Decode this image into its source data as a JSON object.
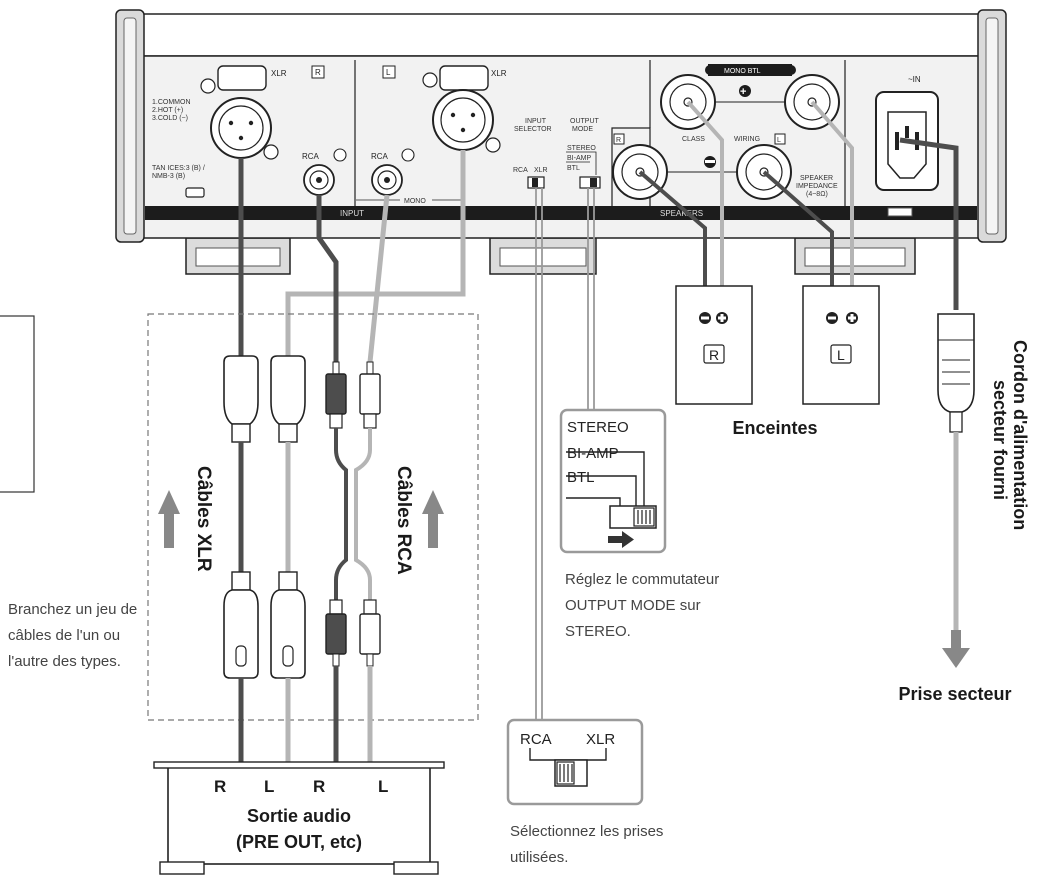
{
  "panel": {
    "xlr_left": "XLR",
    "xlr_right": "XLR",
    "pin_legend": [
      "1.COMMON",
      "2.HOT (+)",
      "3.COLD (−)"
    ],
    "small_text": [
      "TAN ICES:3 (B) /",
      "NMB-3 (B)"
    ],
    "r_tag": "R",
    "l_tag": "L",
    "rca_left": "RCA",
    "rca_right": "RCA",
    "input_band": "INPUT",
    "mono_label": "MONO",
    "input_selector": [
      "INPUT",
      "SELECTOR"
    ],
    "output_mode": [
      "OUTPUT",
      "MODE"
    ],
    "switch_rca": "RCA",
    "switch_xlr": "XLR",
    "switch_stereo": "STEREO",
    "switch_biamp": "BI-AMP",
    "switch_btl": "BTL",
    "mono_btl": "MONO BTL",
    "class_label": "CLASS",
    "wiring_label": "WIRING",
    "spk_r": "R",
    "spk_l": "L",
    "speaker_label": [
      "SPEAKER",
      "IMPEDANCE",
      "(4~8Ω)"
    ],
    "speakers_band": "SPEAKERS",
    "ac_in": "~IN"
  },
  "speakers": {
    "right_label": "R",
    "left_label": "L",
    "caption": "Enceintes"
  },
  "cables": {
    "xlr_label": "Câbles XLR",
    "rca_label": "Câbles RCA",
    "instruction": [
      "Branchez un jeu de",
      "câbles de l'un ou",
      "l'autre des types."
    ]
  },
  "output_mode_callout": {
    "stereo": "STEREO",
    "biamp": "BI-AMP",
    "btl": "BTL",
    "caption": [
      "Réglez le commutateur",
      "OUTPUT MODE sur",
      "STEREO."
    ]
  },
  "input_selector_callout": {
    "rca": "RCA",
    "xlr": "XLR",
    "caption": [
      "Sélectionnez les prises",
      "utilisées."
    ]
  },
  "source": {
    "channels": [
      "R",
      "L",
      "R",
      "L"
    ],
    "title": "Sortie audio",
    "subtitle": "(PRE OUT, etc)"
  },
  "power": {
    "cord_label": [
      "Cordon d'alimentation",
      "secteur fourni"
    ],
    "outlet_label": "Prise secteur"
  },
  "colors": {
    "dark_cable": "#4d4d4d",
    "light_cable": "#b5b5b5",
    "callout_border": "#9a9a9a",
    "panel_stripe": "#1c1c1c"
  }
}
